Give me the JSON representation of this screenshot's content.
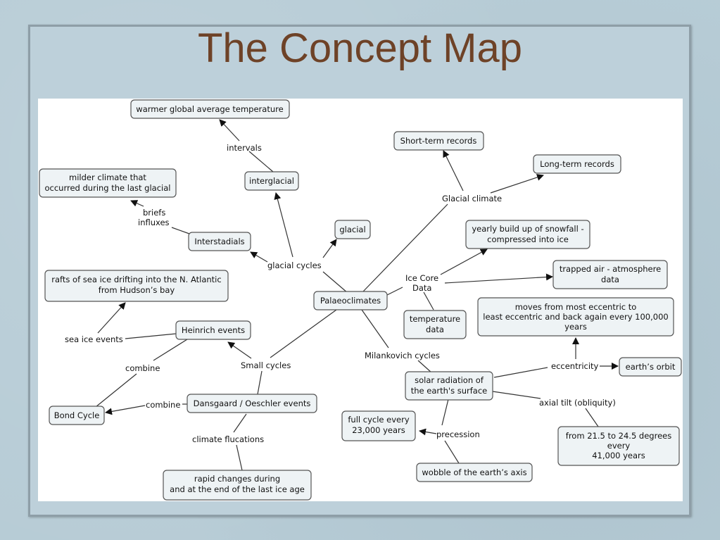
{
  "slide": {
    "title": "The Concept Map"
  },
  "nodes": {
    "warmer": "warmer global average temperature",
    "interglacial": "interglacial",
    "milder_1": "milder climate that",
    "milder_2": "occurred during the last glacial",
    "glacial": "glacial",
    "interstadials": "Interstadials",
    "short_term": "Short-term records",
    "long_term": "Long-term records",
    "snowfall_1": "yearly build up of snowfall -",
    "snowfall_2": "compressed into ice",
    "trapped_1": "trapped air - atmosphere",
    "trapped_2": "data",
    "rafts_1": "rafts of sea ice drifting into the N. Atlantic",
    "rafts_2": "from Hudson’s bay",
    "palaeo": "Palaeoclimates",
    "temp_1": "temperature",
    "temp_2": "data",
    "moves_1": "moves from most eccentric to",
    "moves_2": "least eccentric and back again every 100,000",
    "moves_3": "years",
    "heinrich": "Heinrich events",
    "earths_orbit": "earth’s orbit",
    "solar_1": "solar radiation of",
    "solar_2": "the earth's surface",
    "bond": "Bond Cycle",
    "dansgaard": "Dansgaard / Oeschler events",
    "fullcycle_1": "full cycle every",
    "fullcycle_2": "23,000 years",
    "range_1": "from 21.5 to 24.5 degrees",
    "range_2": "every",
    "range_3": "41,000 years",
    "wobble": "wobble of the earth’s axis",
    "rapid_1": "rapid changes during",
    "rapid_2": "and at the end of the last ice age"
  },
  "links": {
    "intervals": "intervals",
    "briefs": "briefs",
    "influxes": "influxes",
    "glacial_cycles": "glacial cycles",
    "glacial_climate": "Glacial climate",
    "ice_core_1": "Ice Core",
    "ice_core_2": "Data",
    "sea_ice_events": "sea ice events",
    "combine_1": "combine",
    "combine_2": "combine",
    "small_cycles": "Small cycles",
    "milankovitch": "Milankovich cycles",
    "eccentricity": "eccentricity",
    "axial_tilt": "axial tilt (obliquity)",
    "precession": "precession",
    "climate_flucations": "climate flucations"
  }
}
